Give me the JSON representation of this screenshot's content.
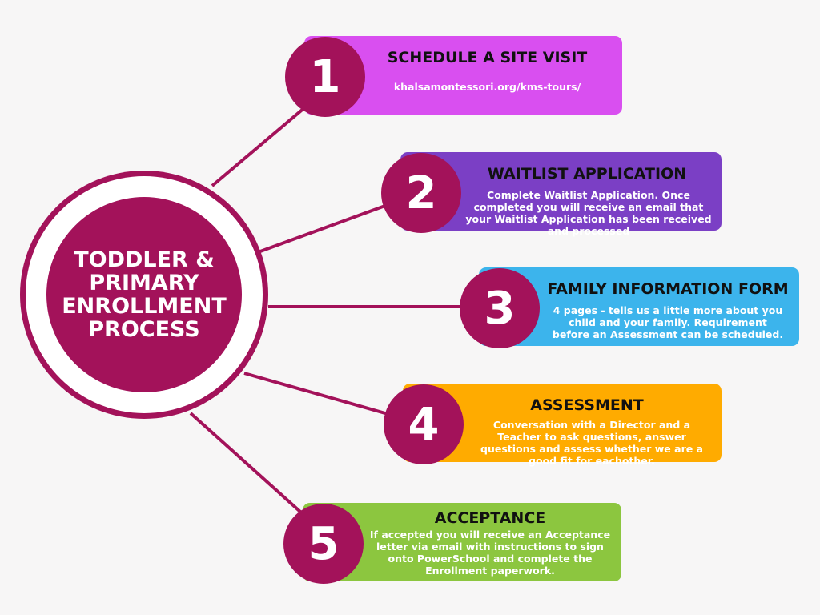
{
  "hub": {
    "title_lines": [
      "TODDLER &",
      "PRIMARY",
      "ENROLLMENT",
      "PROCESS"
    ]
  },
  "steps": [
    {
      "number": "1",
      "title": "SCHEDULE A SITE VISIT",
      "body": "khalsamontessori.org/kms-tours/",
      "color": "#d94ff0",
      "text_color": "#ffffff"
    },
    {
      "number": "2",
      "title": "WAITLIST APPLICATION",
      "body": "Complete Waitlist Application. Once completed you will receive an email that your Waitlist Application has been received and processed",
      "color": "#7b3fc5",
      "text_color": "#ffffff"
    },
    {
      "number": "3",
      "title": "FAMILY INFORMATION FORM",
      "body": "4 pages - tells us a little more about you child and your family. Requirement before an Assessment can be scheduled.",
      "color": "#3cb4ec",
      "text_color": "#ffffff"
    },
    {
      "number": "4",
      "title": "ASSESSMENT",
      "body": "Conversation with a Director and a Teacher to ask questions, answer questions and assess whether we are a good fit for eachother.",
      "color": "#ffab00",
      "text_color": "#ffffff"
    },
    {
      "number": "5",
      "title": "ACCEPTANCE",
      "body": "If accepted you will receive an Acceptance letter via email with instructions to sign onto PowerSchool and complete the Enrollment paperwork.",
      "color": "#8cc63f",
      "text_color": "#ffffff"
    }
  ],
  "colors": {
    "accent": "#a3125a",
    "background": "#f7f6f6"
  }
}
